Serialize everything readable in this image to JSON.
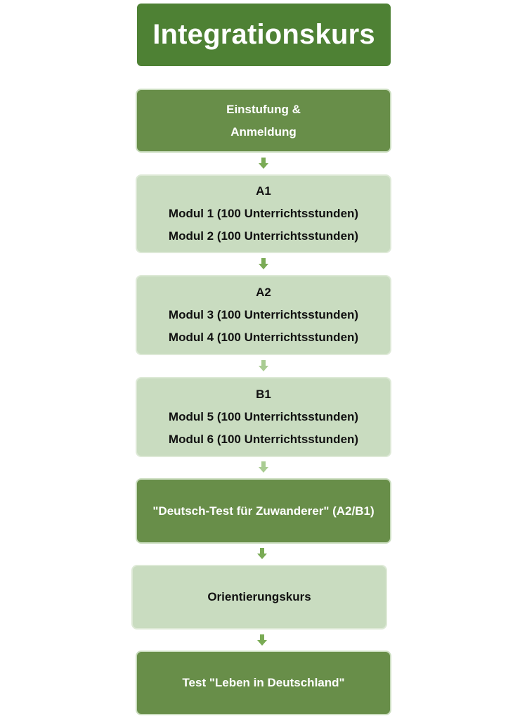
{
  "title": "Integrationskurs",
  "steps": [
    {
      "lines": [
        "Einstufung &",
        "Anmeldung"
      ],
      "style": "dark"
    },
    {
      "lines": [
        "A1",
        "Modul 1 (100 Unterrichtsstunden)",
        "Modul 2 (100 Unterrichtsstunden)"
      ],
      "style": "light"
    },
    {
      "lines": [
        "A2",
        "Modul 3 (100 Unterrichtsstunden)",
        "Modul 4 (100 Unterrichtsstunden)"
      ],
      "style": "light"
    },
    {
      "lines": [
        "B1",
        "Modul 5 (100 Unterrichtsstunden)",
        "Modul 6 (100 Unterrichtsstunden)"
      ],
      "style": "light"
    },
    {
      "lines": [
        "\"Deutsch-Test für Zuwanderer\" (A2/B1)"
      ],
      "style": "dark"
    },
    {
      "lines": [
        "Orientierungskurs"
      ],
      "style": "light"
    },
    {
      "lines": [
        "Test \"Leben in Deutschland\""
      ],
      "style": "dark"
    }
  ],
  "colors": {
    "title_bg": "#4e8134",
    "dark_step_bg": "#688e49",
    "light_step_bg": "#c9dcc0",
    "arrow_strong": "#7aab55",
    "arrow_soft": "#a9cc92"
  }
}
